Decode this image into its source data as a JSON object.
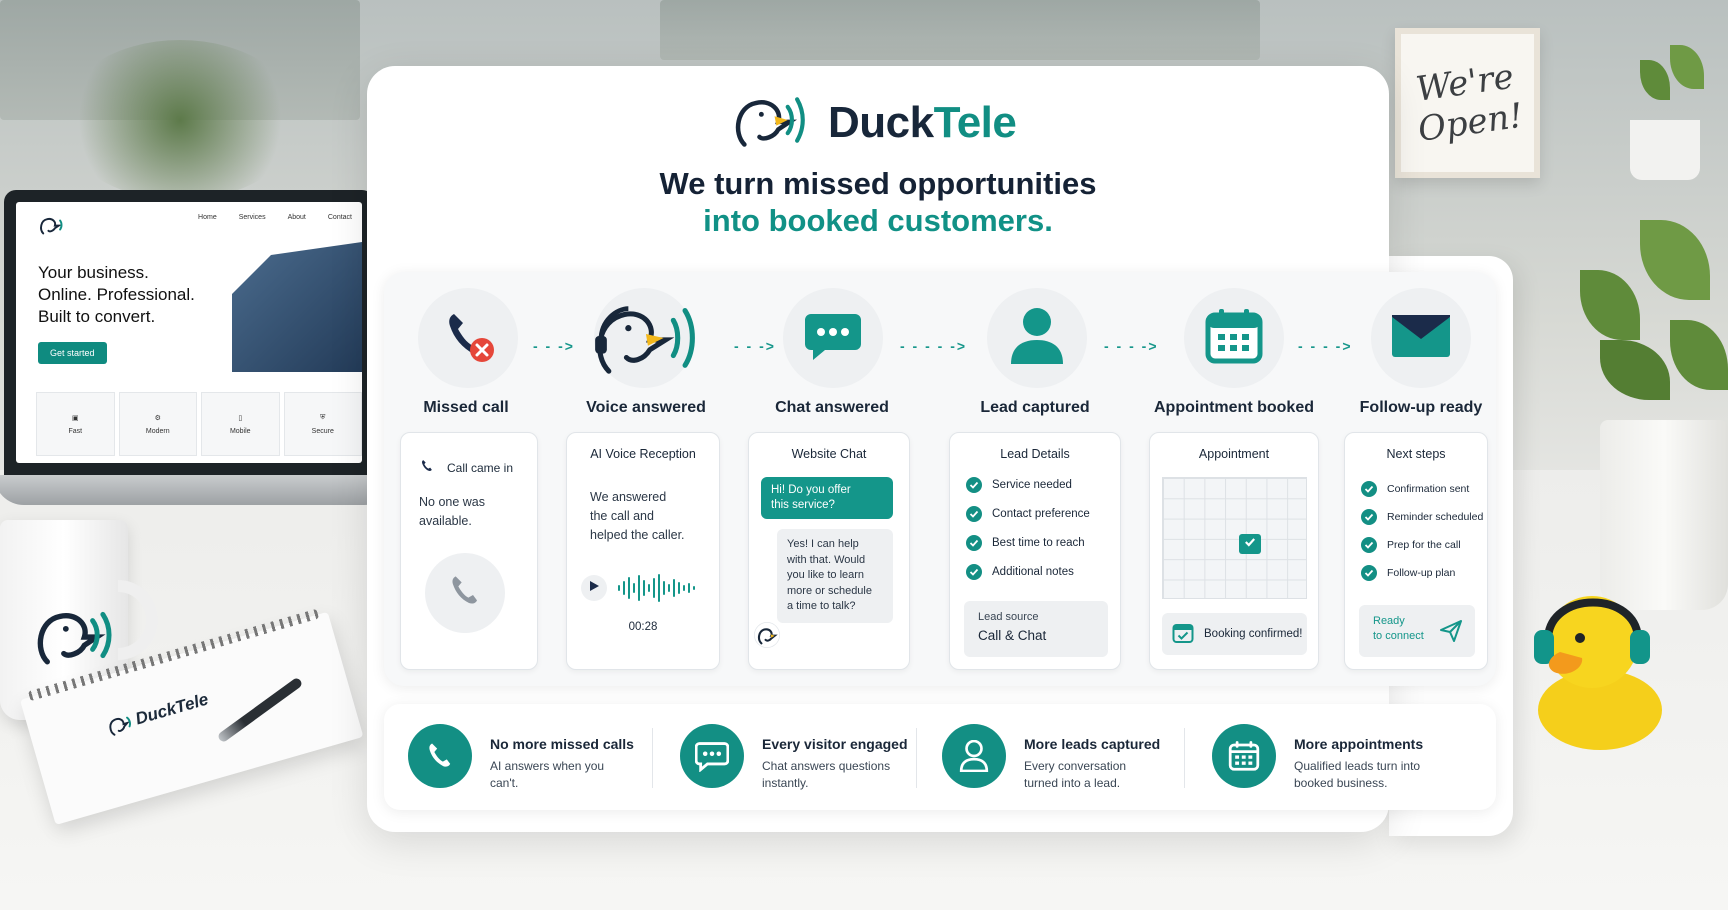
{
  "brand": {
    "name_a": "Duck",
    "name_b": "Tele",
    "accent": "#118e83",
    "dark": "#18273a"
  },
  "headline": {
    "line1": "We turn missed opportunities",
    "line2": "into booked customers."
  },
  "laptop": {
    "nav": [
      "Home",
      "Services",
      "About",
      "Contact"
    ],
    "hero": [
      "Your business.",
      "Online. Professional.",
      "Built to convert."
    ],
    "cta": "Get started",
    "features": [
      "Fast",
      "Modern",
      "Mobile",
      "Secure"
    ]
  },
  "notebook": {
    "brand": "DuckTele"
  },
  "sign": {
    "line1": "We're",
    "line2": "Open!"
  },
  "steps": [
    {
      "title": "Missed call",
      "icon": "phone-missed-icon"
    },
    {
      "title": "Voice answered",
      "icon": "duck-voice-icon"
    },
    {
      "title": "Chat answered",
      "icon": "chat-bubble-icon"
    },
    {
      "title": "Lead captured",
      "icon": "user-icon"
    },
    {
      "title": "Appointment booked",
      "icon": "calendar-icon"
    },
    {
      "title": "Follow-up ready",
      "icon": "envelope-icon"
    }
  ],
  "panels": {
    "missed": {
      "title": "Call came in",
      "text1": "No one was",
      "text2": "available."
    },
    "voice": {
      "title": "AI Voice Reception",
      "text1": "We answered",
      "text2": "the call and",
      "text3": "helped the caller.",
      "time": "00:28"
    },
    "chat": {
      "title": "Website Chat",
      "user_msg1": "Hi! Do you offer",
      "user_msg2": "this service?",
      "bot_lines": [
        "Yes! I can help",
        "with that. Would",
        "you like to learn",
        "more or schedule",
        "a time to talk?"
      ]
    },
    "lead": {
      "title": "Lead Details",
      "items": [
        "Service needed",
        "Contact preference",
        "Best time to reach",
        "Additional notes"
      ],
      "source_label": "Lead source",
      "source_value": "Call & Chat"
    },
    "appointment": {
      "title": "Appointment",
      "confirm": "Booking confirmed!"
    },
    "followup": {
      "title": "Next steps",
      "items": [
        "Confirmation sent",
        "Reminder scheduled",
        "Prep for the call",
        "Follow-up plan"
      ],
      "ready1": "Ready",
      "ready2": "to connect"
    }
  },
  "benefits": [
    {
      "title": "No more missed calls",
      "desc1": "AI answers when you",
      "desc2": "can't.",
      "icon": "phone-icon"
    },
    {
      "title": "Every visitor engaged",
      "desc1": "Chat answers questions",
      "desc2": "instantly.",
      "icon": "chat-icon"
    },
    {
      "title": "More leads captured",
      "desc1": "Every conversation",
      "desc2": "turned into a lead.",
      "icon": "user-icon"
    },
    {
      "title": "More appointments",
      "desc1": "Qualified leads turn into",
      "desc2": "booked business.",
      "icon": "calendar-icon"
    }
  ]
}
